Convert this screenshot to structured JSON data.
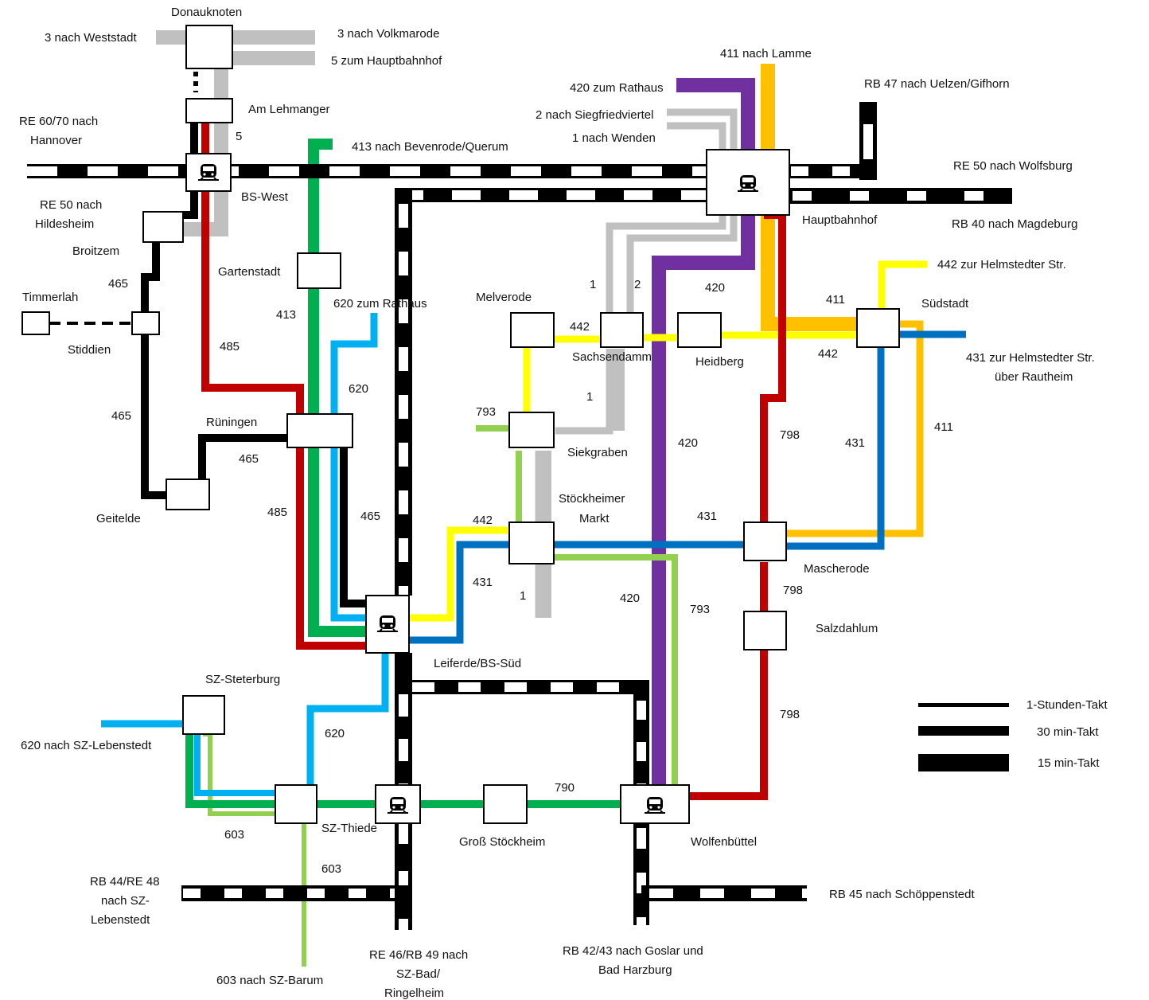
{
  "colors": {
    "line_3": "#c0c0c0",
    "line_413": "#00b050",
    "line_485": "#c00000",
    "line_620": "#00b0f0",
    "line_420": "#7030a0",
    "line_411": "#ffc000",
    "line_442": "#ffff00",
    "line_431": "#0070c0",
    "line_793": "#92d050",
    "rail": "#000000"
  },
  "labels": {
    "donauknoten": "Donauknoten",
    "weststadt": "3 nach Weststadt",
    "volkmarode": "3 nach Volkmarode",
    "hbf5": "5 zum Hauptbahnhof",
    "lehmanger": "Am Lehmanger",
    "num5": "5",
    "re6070a": "RE 60/70 nach",
    "re6070b": "Hannover",
    "bswest": "BS-West",
    "re50ha": "RE 50 nach",
    "re50hb": "Hildesheim",
    "broitzem": "Broitzem",
    "n465a": "465",
    "timmerlah": "Timmerlah",
    "stiddien": "Stiddien",
    "n465b": "465",
    "rueningen": "Rüningen",
    "n465c": "465",
    "geitelde": "Geitelde",
    "n485a": "485",
    "n485b": "485",
    "n465d": "465",
    "gartenstadt": "Gartenstadt",
    "n413": "413",
    "bevenrode": "413 nach Bevenrode/Querum",
    "rathaus620": "620 zum Rathaus",
    "n620a": "620",
    "lamme": "411 nach Lamme",
    "rathaus420": "420 zum Rathaus",
    "siegfried": "2 nach Siegfriedviertel",
    "wenden": "1 nach Wenden",
    "rb47": "RB 47 nach Uelzen/Gifhorn",
    "re50wob": "RE 50 nach Wolfsburg",
    "hbf": "Hauptbahnhof",
    "rb40": "RB 40 nach Magdeburg",
    "n1a": "1",
    "n2": "2",
    "n420a": "420",
    "helm442": "442 zur Helmstedter Str.",
    "melverode": "Melverode",
    "n442a": "442",
    "sachsendamm": "Sachsendamm",
    "heidberg": "Heidberg",
    "n411a": "411",
    "suedstadt": "Südstadt",
    "n442b": "442",
    "helm431a": "431 zur Helmstedter Str.",
    "helm431b": "über Rautheim",
    "n1b": "1",
    "n793a": "793",
    "siekgraben": "Siekgraben",
    "n420b": "420",
    "n798a": "798",
    "n431a": "431",
    "n411b": "411",
    "stoeckma": "Stöckheimer",
    "stoeckmb": "Markt",
    "n442c": "442",
    "n431b": "431",
    "n431c": "431",
    "mascherode": "Mascherode",
    "n1c": "1",
    "n420c": "420",
    "n793b": "793",
    "n798b": "798",
    "salzdahlum": "Salzdahlum",
    "leiferde": "Leiferde/BS-Süd",
    "steterburg": "SZ-Steterburg",
    "lebenstedt620": "620 nach SZ-Lebenstedt",
    "n620b": "620",
    "n798c": "798",
    "n603a": "603",
    "thiede": "SZ-Thiede",
    "n790": "790",
    "grossstoeck": "Groß Stöckheim",
    "wolfenbuettel": "Wolfenbüttel",
    "n603b": "603",
    "rb44a": "RB 44/RE 48",
    "rb44b": "nach SZ-",
    "rb44c": "Lebenstedt",
    "rb45": "RB 45 nach Schöppenstedt",
    "barum": "603 nach SZ-Barum",
    "re46a": "RE 46/RB 49 nach",
    "re46b": "SZ-Bad/",
    "re46c": "Ringelheim",
    "rb42a": "RB 42/43 nach Goslar und",
    "rb42b": "Bad Harzburg"
  },
  "legend": [
    {
      "label": "1-Stunden-Takt"
    },
    {
      "label": "30 min-Takt"
    },
    {
      "label": "15 min-Takt"
    }
  ]
}
